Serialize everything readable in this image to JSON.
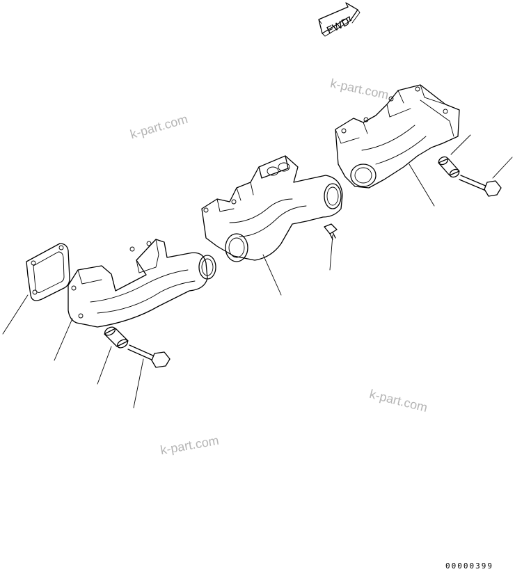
{
  "fwd_label": "FWD",
  "watermarks": [
    "k-part.com",
    "k-part.com",
    "k-part.com",
    "k-part.com"
  ],
  "drawing_code": "00000399",
  "colors": {
    "line": "#000000",
    "watermark": "#b5b5b5",
    "background": "#ffffff"
  }
}
